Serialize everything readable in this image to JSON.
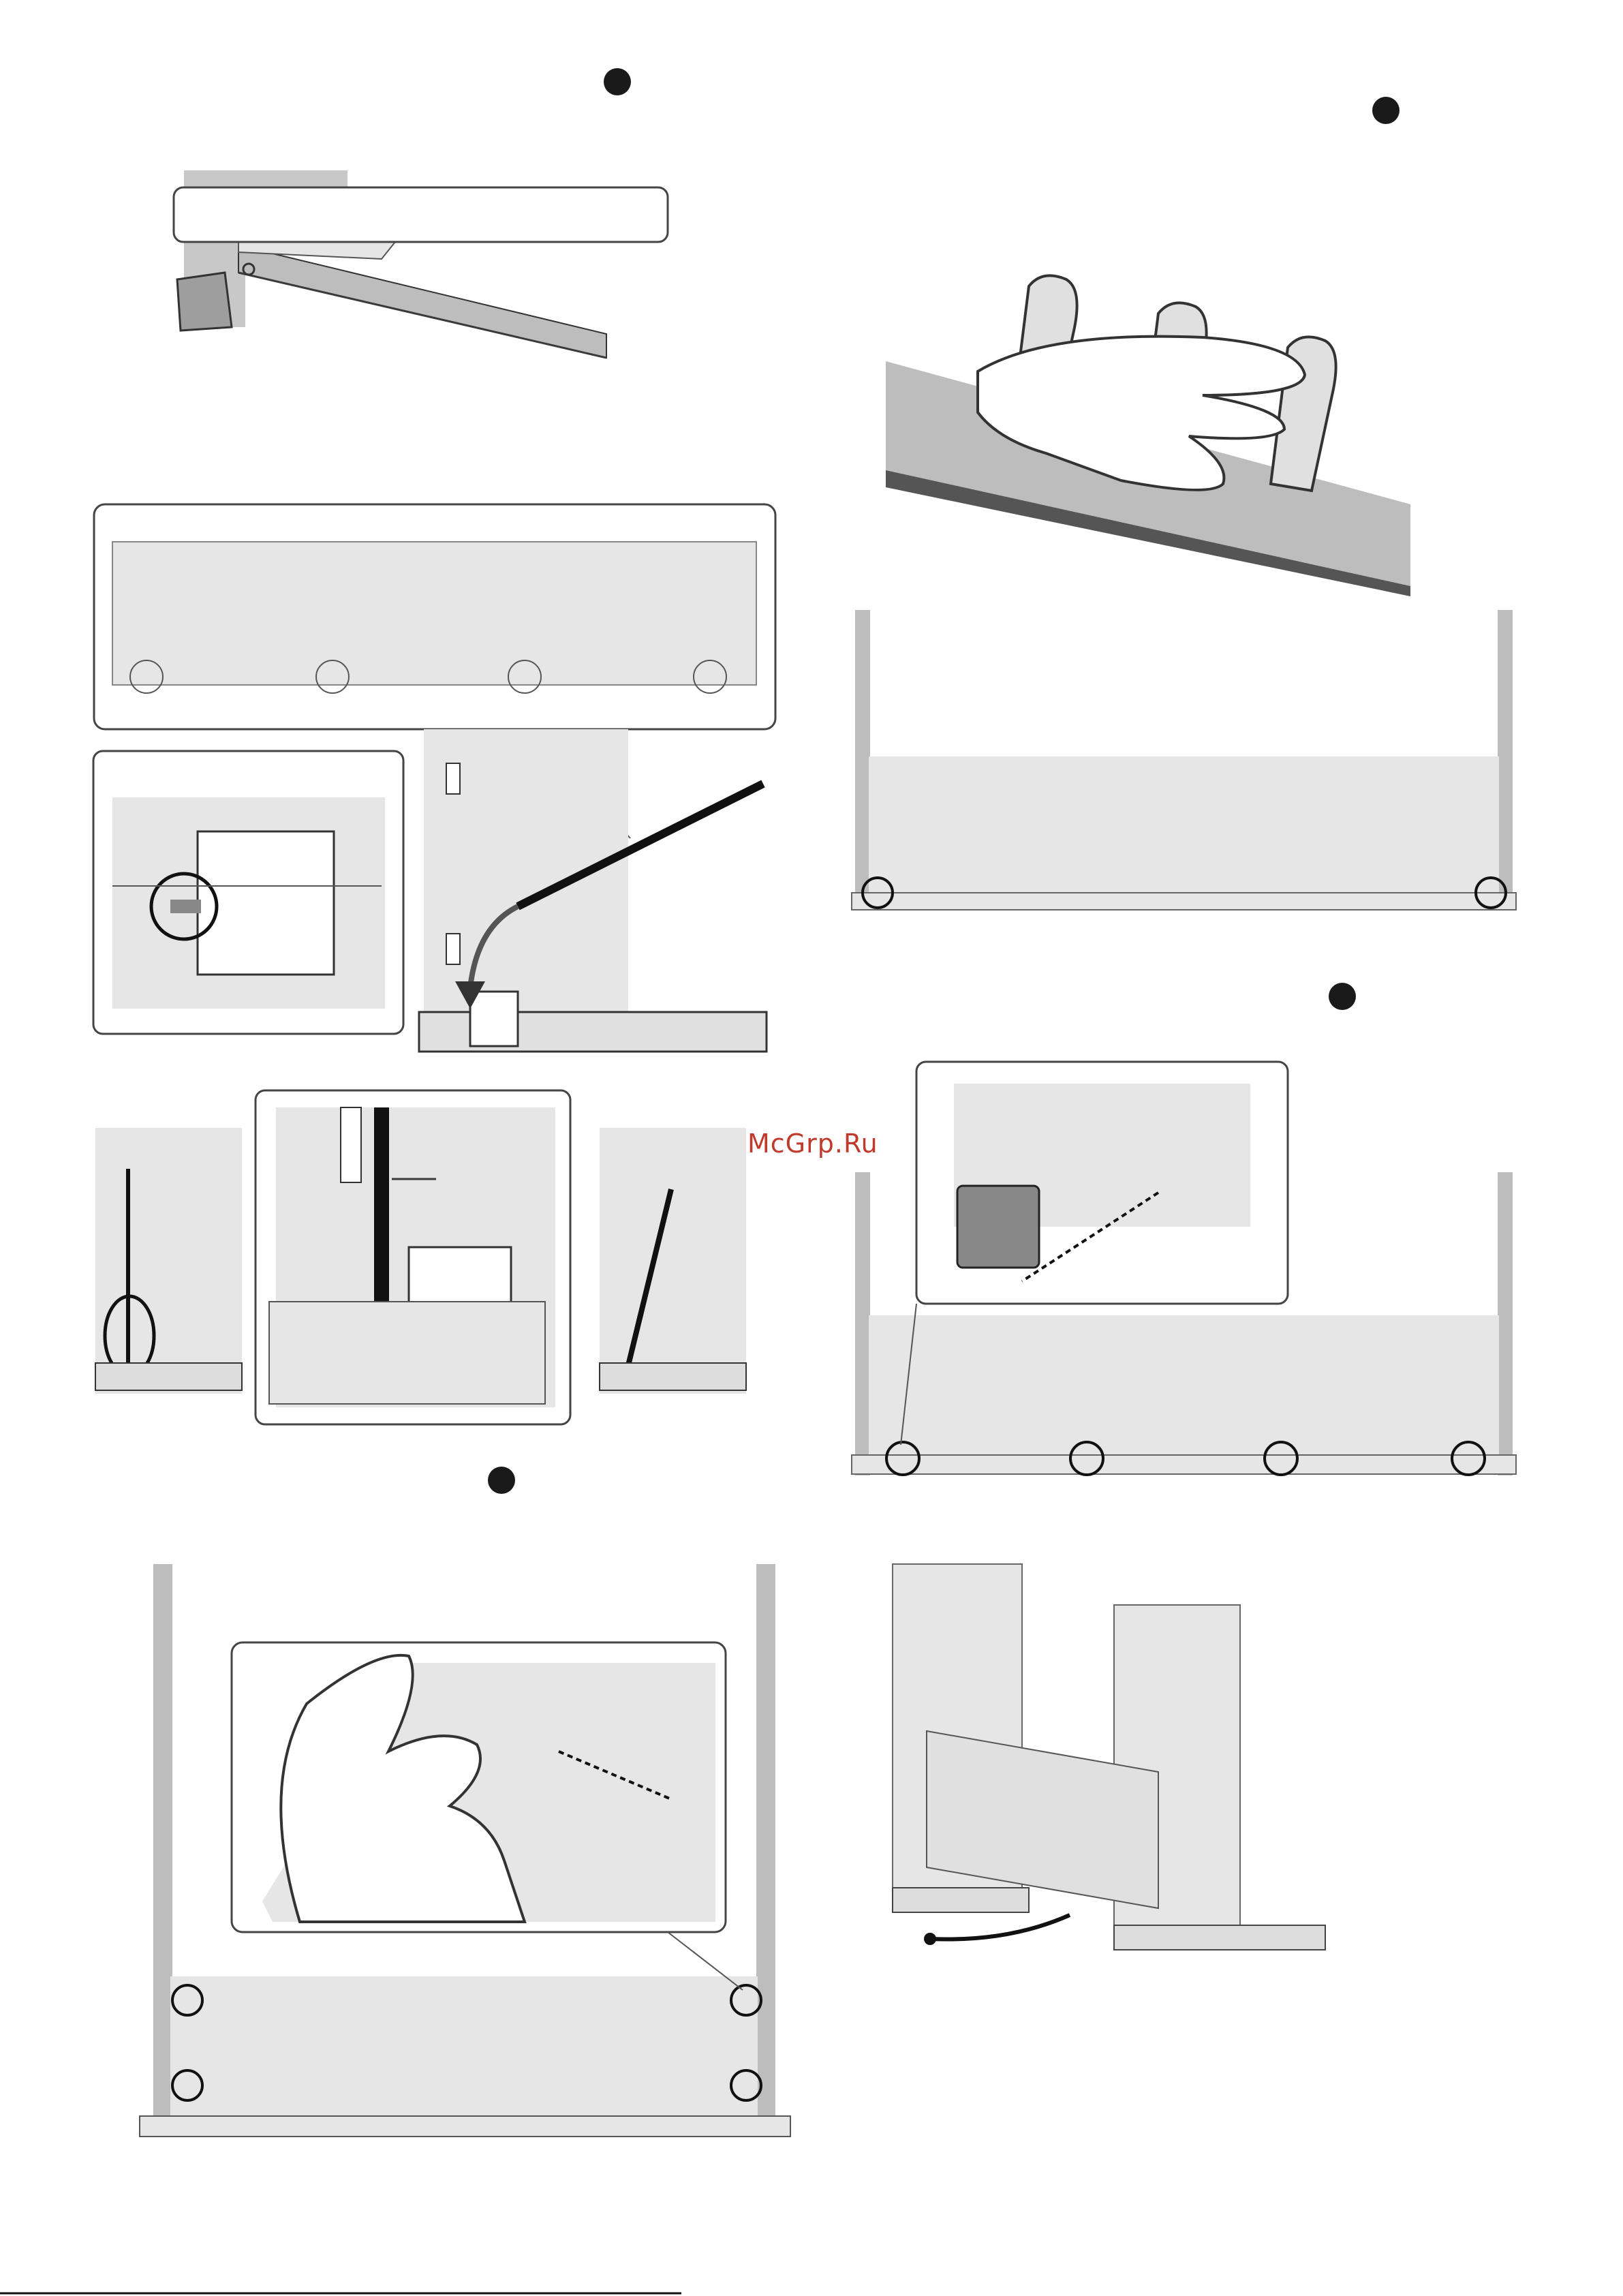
{
  "watermark": {
    "text": "McGrp.Ru",
    "color": "#c0392b"
  },
  "step_markers": [
    {
      "id": "step-1-marker",
      "icon": "filled-circle-icon"
    },
    {
      "id": "step-2-marker",
      "icon": "filled-circle-icon"
    },
    {
      "id": "step-3-marker",
      "icon": "filled-circle-icon"
    },
    {
      "id": "step-4-marker",
      "icon": "filled-circle-icon"
    }
  ]
}
